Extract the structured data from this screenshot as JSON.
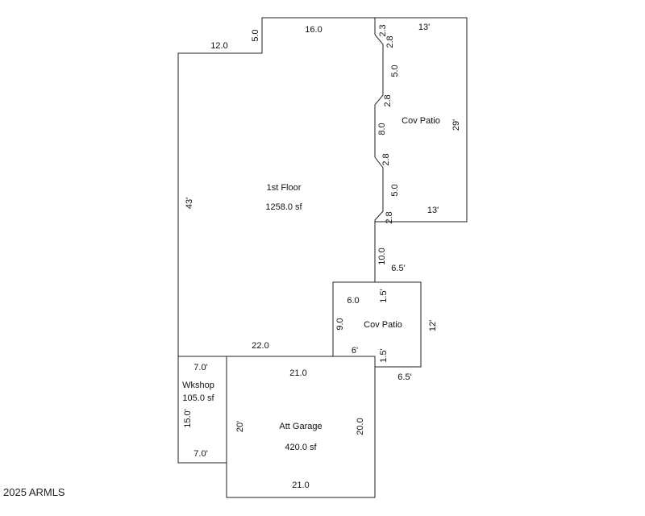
{
  "rooms": {
    "first_floor": {
      "label": "1st Floor",
      "area": "1258.0 sf"
    },
    "cov_patio_upper": {
      "label": "Cov Patio"
    },
    "cov_patio_lower": {
      "label": "Cov Patio"
    },
    "workshop": {
      "label": "Wkshop",
      "area": "105.0 sf"
    },
    "garage": {
      "label": "Att Garage",
      "area": "420.0 sf"
    }
  },
  "dimensions": {
    "d_12_0": "12.0",
    "d_5_0_top": "5.0",
    "d_16_0": "16.0",
    "d_2_3": "2.3",
    "d_2_8_a": "2.8",
    "d_5_0_a": "5.0",
    "d_2_8_b": "2.8",
    "d_8_0": "8.0",
    "d_2_8_c": "2.8",
    "d_5_0_b": "5.0",
    "d_2_8_d": "2.8",
    "d_13_top": "13'",
    "d_29": "29'",
    "d_13_bottom": "13'",
    "d_43": "43'",
    "d_10_0": "10.0",
    "d_6_5_top": "6.5'",
    "d_1_5_top": "1.5'",
    "d_6_0": "6.0",
    "d_9_0": "9.0",
    "d_12": "12'",
    "d_6": "6'",
    "d_1_5_bottom": "1.5'",
    "d_6_5_bottom": "6.5'",
    "d_22_0": "22.0",
    "d_7_0_top": "7.0'",
    "d_15_0": "15.0'",
    "d_7_0_bottom": "7.0'",
    "d_21_0_top": "21.0",
    "d_20": "20'",
    "d_20_0": "20.0",
    "d_21_0_bottom": "21.0"
  },
  "copyright": "2025 ARMLS"
}
